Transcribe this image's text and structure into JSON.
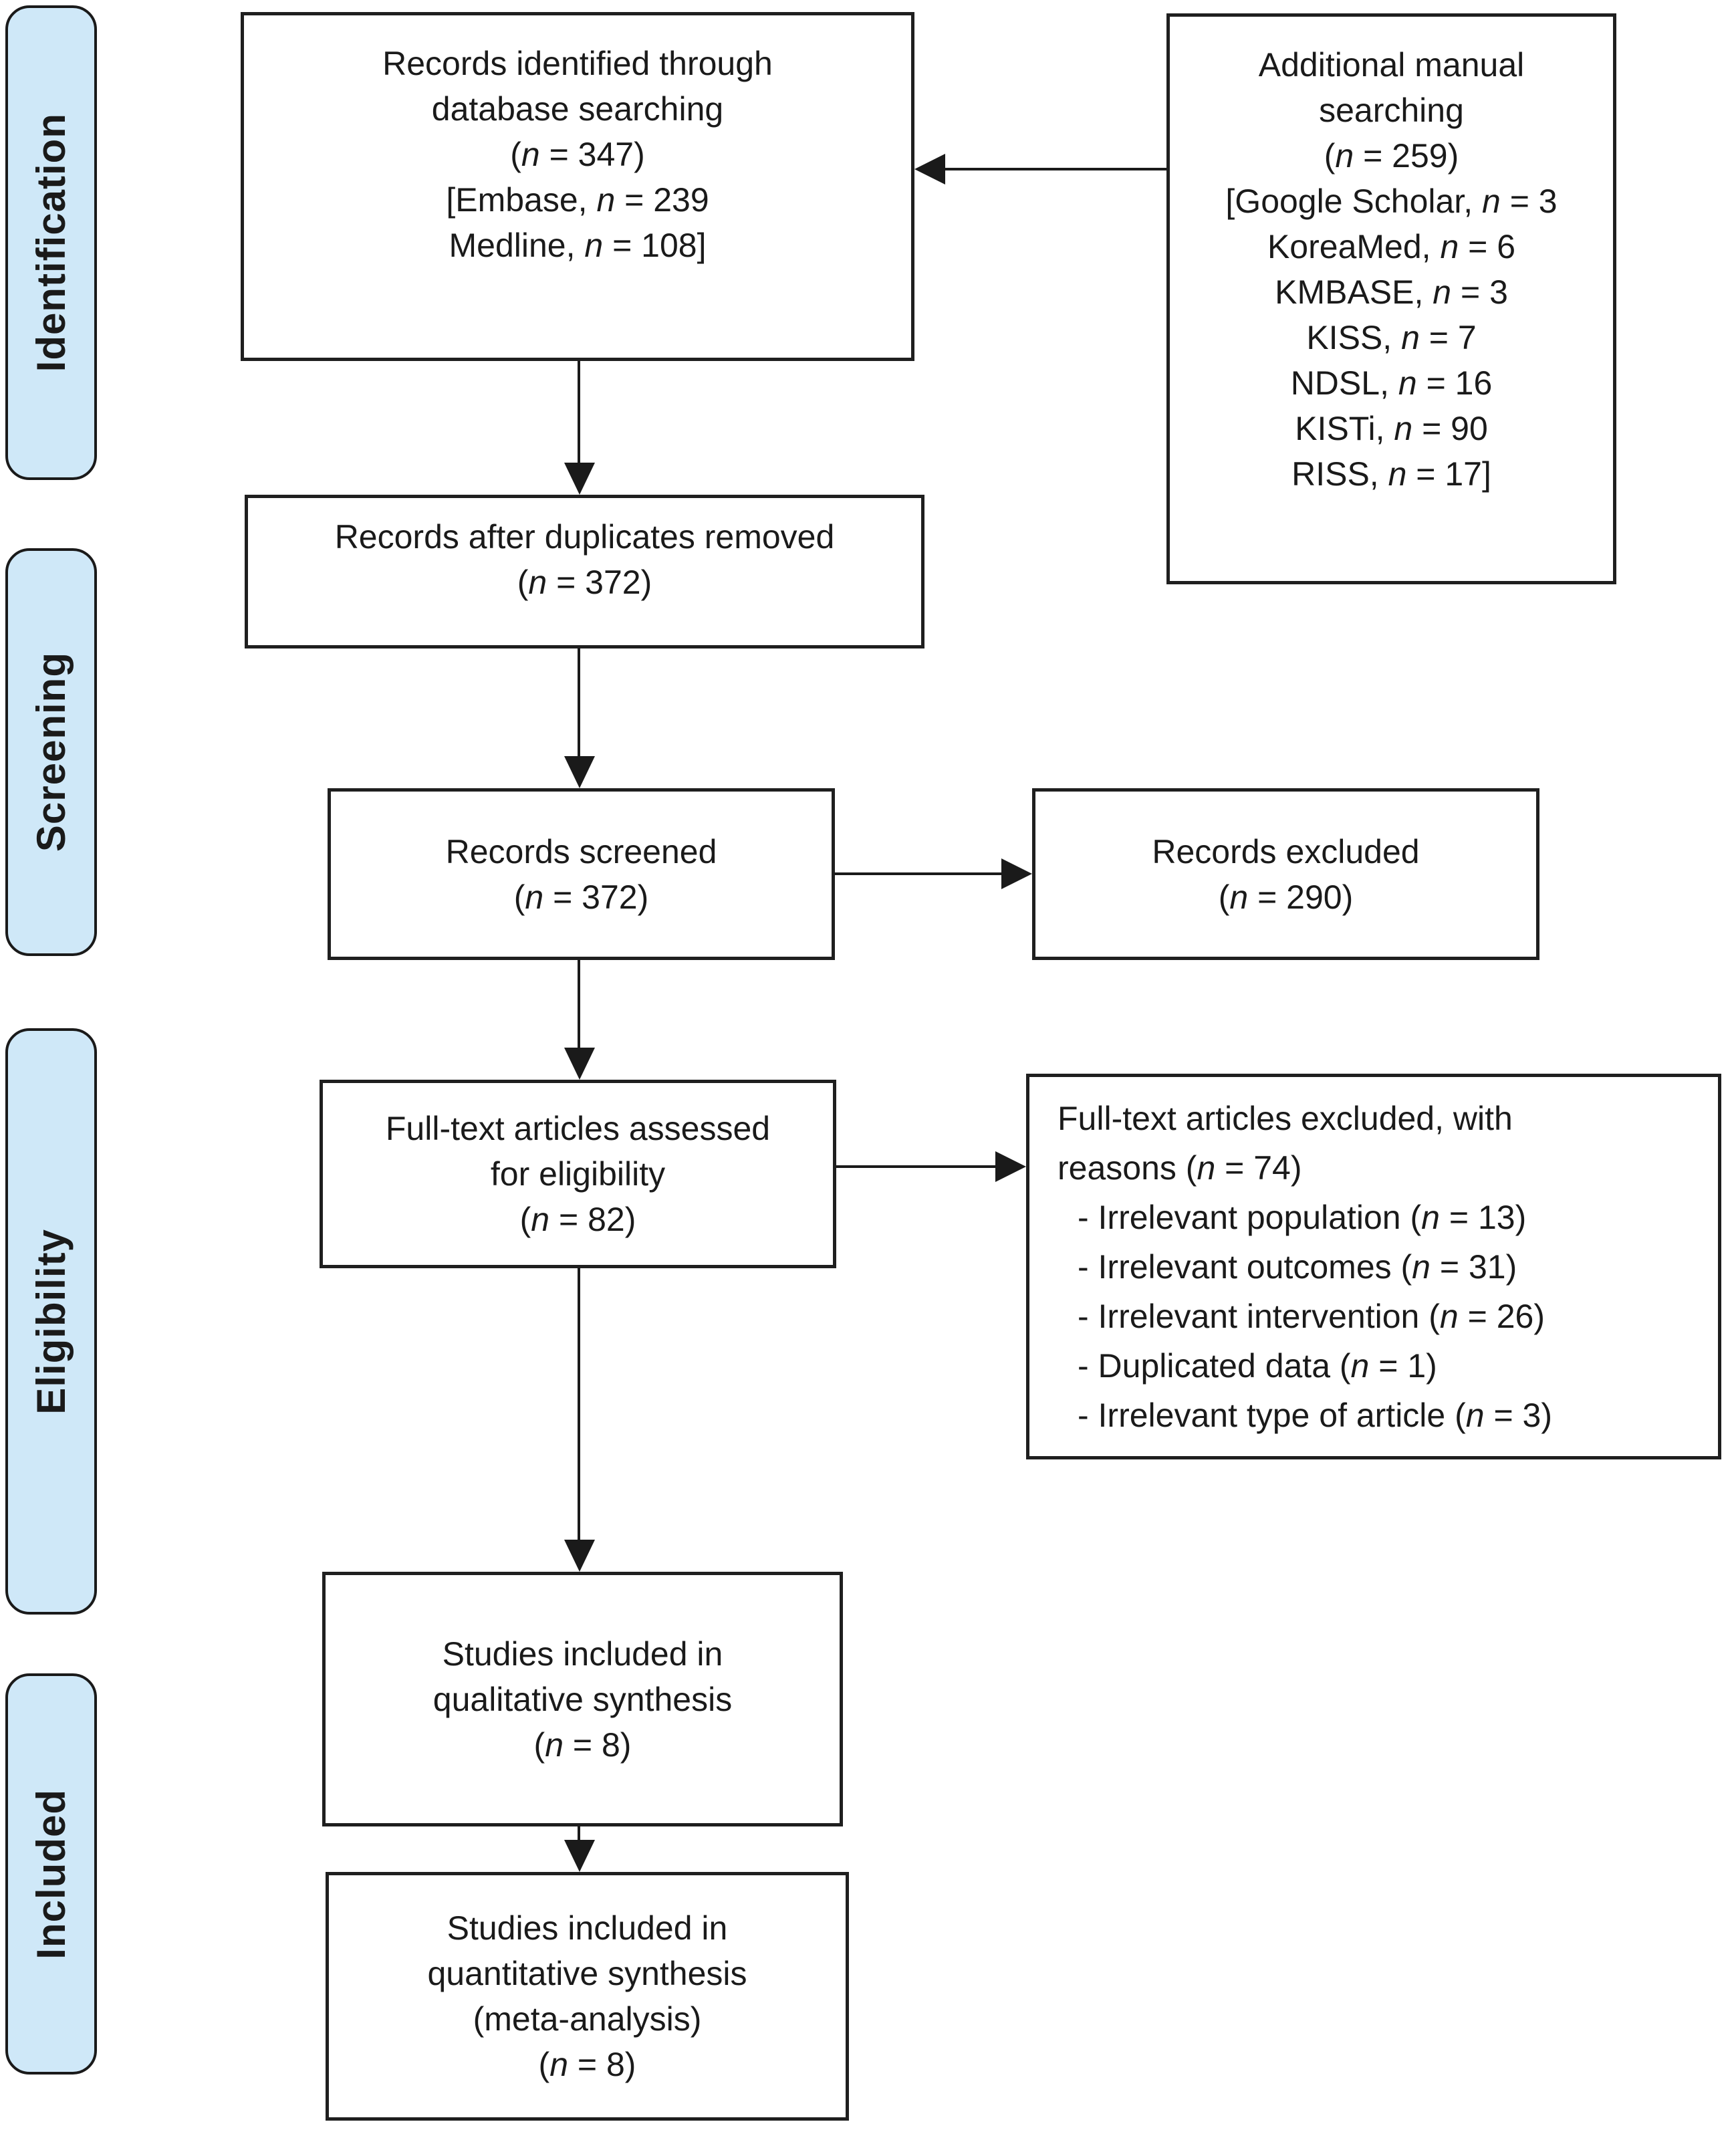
{
  "figure": {
    "type": "PRISMA flow diagram"
  },
  "stages": [
    {
      "label": "Identification"
    },
    {
      "label": "Screening"
    },
    {
      "label": "Eligibility"
    },
    {
      "label": "Included"
    }
  ],
  "boxes": {
    "records_identified": {
      "lines": [
        "Records identified through",
        "database searching",
        "(n = 347)",
        "[Embase, n = 239",
        "Medline, n = 108]"
      ]
    },
    "additional_searching": {
      "lines": [
        "Additional manual",
        "searching",
        "(n = 259)",
        "[Google Scholar, n = 3",
        "KoreaMed, n = 6",
        "KMBASE, n = 3",
        "KISS, n = 7",
        "NDSL, n = 16",
        "KISTi, n = 90",
        "RISS, n = 17]"
      ]
    },
    "after_duplicates": {
      "lines": [
        "Records after duplicates removed",
        "(n = 372)"
      ]
    },
    "records_screened": {
      "lines": [
        "Records screened",
        "(n = 372)"
      ]
    },
    "records_excluded": {
      "lines": [
        "Records excluded",
        "(n = 290)"
      ]
    },
    "fulltext_assessed": {
      "lines": [
        "Full-text articles assessed",
        "for eligibility",
        "(n = 82)"
      ]
    },
    "fulltext_excluded": {
      "lines": [
        "Full-text articles excluded, with",
        "reasons (n = 74)",
        "- Irrelevant population (n = 13)",
        "- Irrelevant outcomes (n = 31)",
        "- Irrelevant intervention (n = 26)",
        "- Duplicated data (n = 1)",
        "- Irrelevant type of article (n = 3)"
      ]
    },
    "qualitative_synthesis": {
      "lines": [
        "Studies included in",
        "qualitative synthesis",
        "(n = 8)"
      ]
    },
    "quantitative_synthesis": {
      "lines": [
        "Studies included in",
        "quantitative synthesis",
        "(meta-analysis)",
        "(n = 8)"
      ]
    }
  },
  "colors": {
    "stage_fill": "#cfe8f8",
    "stage_border": "#1a1a1a",
    "box_border": "#1f1f1f",
    "arrow": "#1a1a1a",
    "text": "#1a1a1a",
    "background": "#ffffff"
  }
}
